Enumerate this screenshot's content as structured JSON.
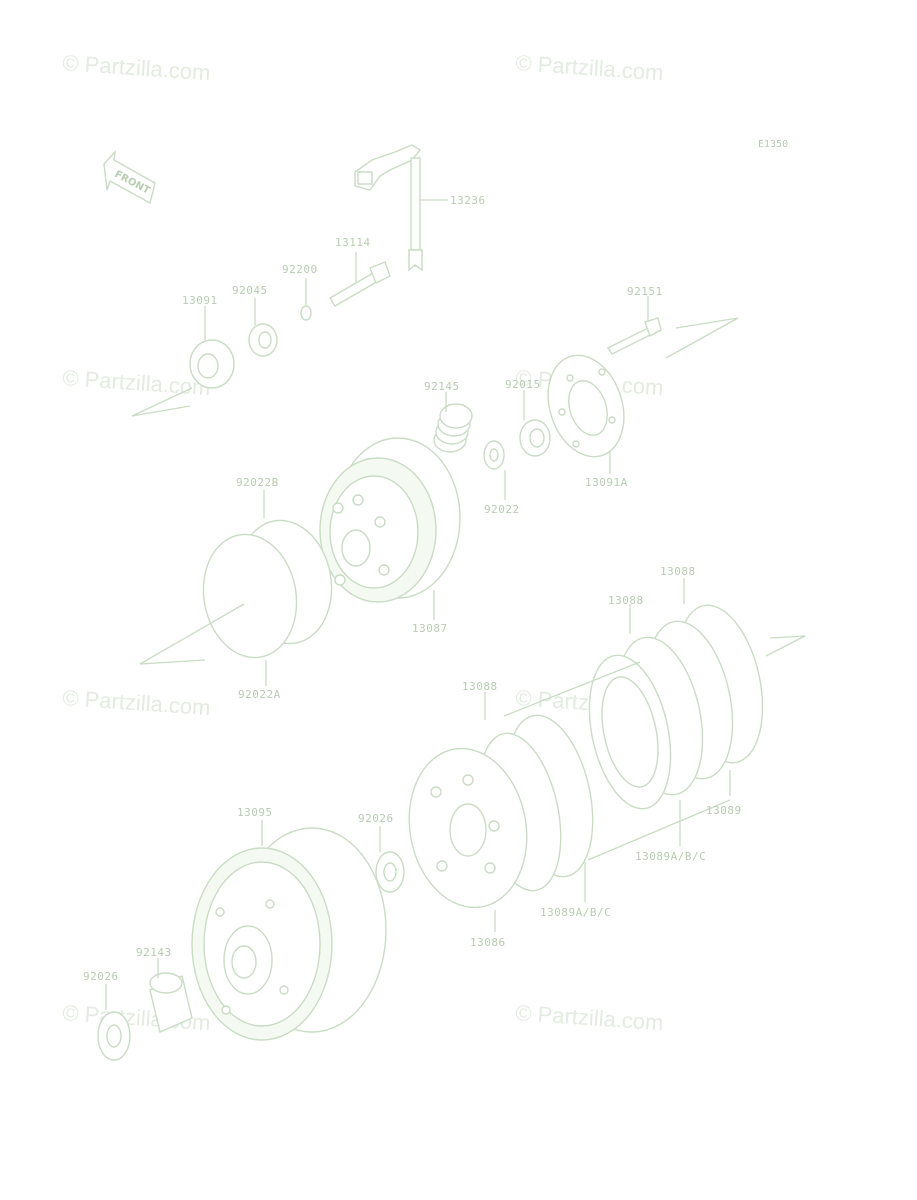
{
  "diagram_code": "E1350",
  "front_label": "FRONT",
  "watermark": "© Partzilla.com",
  "parts": {
    "p13236": "13236",
    "p13114": "13114",
    "p92200": "92200",
    "p92045": "92045",
    "p13091": "13091",
    "p92151": "92151",
    "p92145": "92145",
    "p92015": "92015",
    "p13091A": "13091A",
    "p92022": "92022",
    "p92022B": "92022B",
    "p13087": "13087",
    "p92022A": "92022A",
    "p13088a": "13088",
    "p13088b": "13088",
    "p13088c": "13088",
    "p13089": "13089",
    "p13089ABC_a": "13089A/B/C",
    "p13089ABC_b": "13089A/B/C",
    "p13095": "13095",
    "p92026a": "92026",
    "p13086": "13086",
    "p92143": "92143",
    "p92026b": "92026"
  }
}
